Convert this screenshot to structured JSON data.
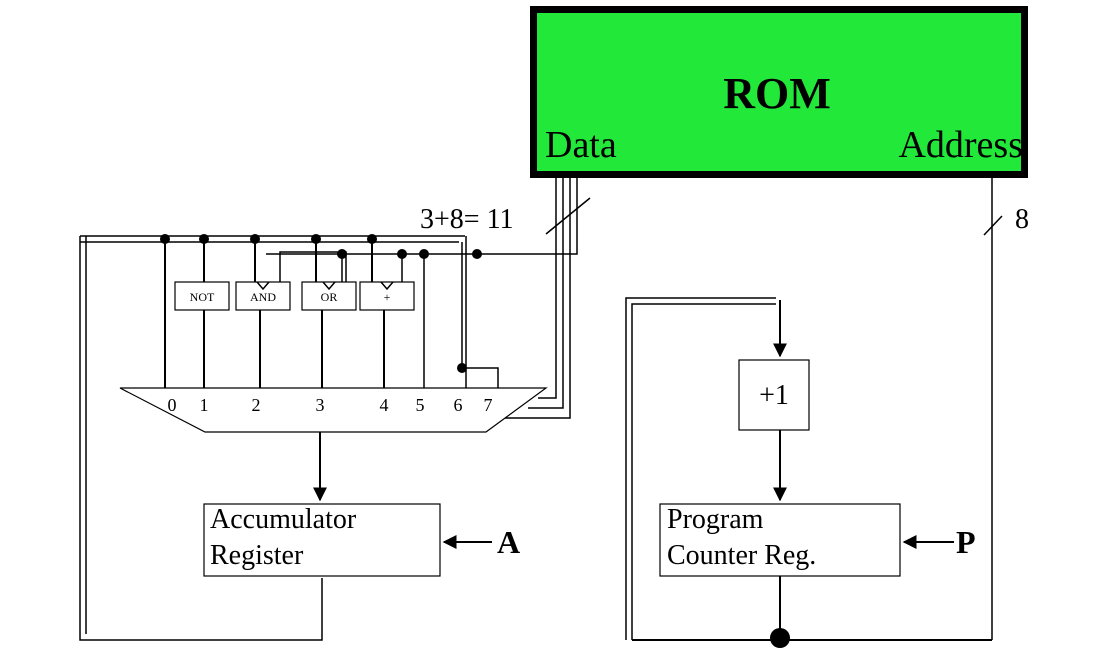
{
  "rom": {
    "title": "ROM",
    "data_label": "Data",
    "address_label": "Address",
    "fill_color": "#22e83a"
  },
  "buses": {
    "data_width_label": "3+8= 11",
    "address_width_label": "8"
  },
  "gates": {
    "not_label": "NOT",
    "and_label": "AND",
    "or_label": "OR",
    "add_label": "+"
  },
  "mux": {
    "inputs": [
      "0",
      "1",
      "2",
      "3",
      "4",
      "5",
      "6",
      "7"
    ]
  },
  "accumulator": {
    "line1": "Accumulator",
    "line2": "Register",
    "control_label": "A"
  },
  "incrementer": {
    "label": "+1"
  },
  "program_counter": {
    "line1": "Program",
    "line2": "Counter Reg.",
    "control_label": "P"
  }
}
